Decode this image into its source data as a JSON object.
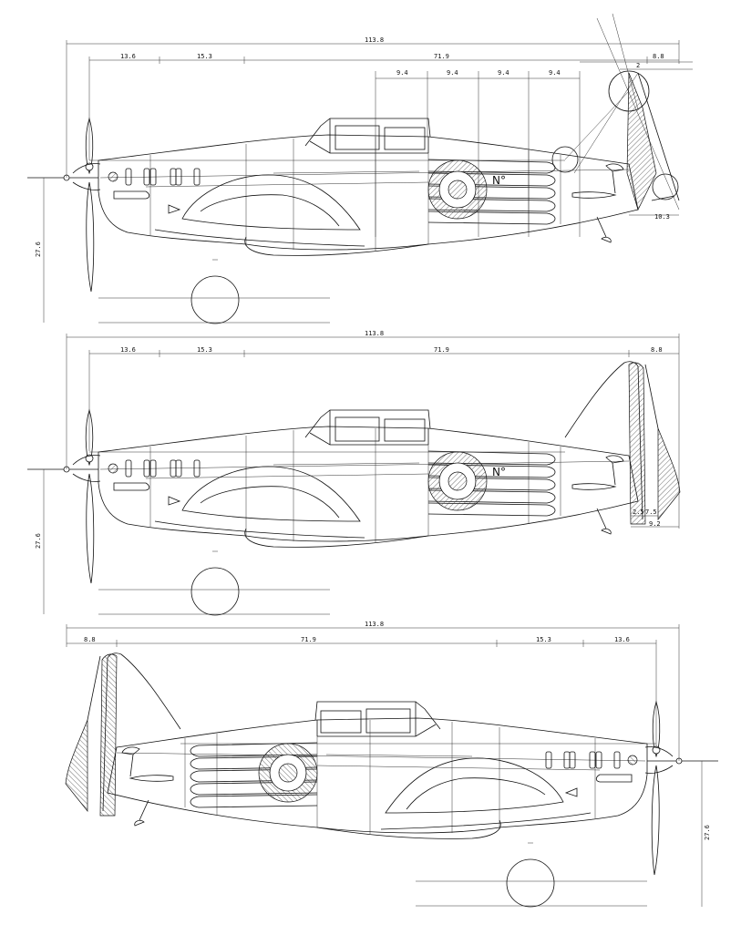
{
  "views": [
    {
      "id": "top-view",
      "dimensions": {
        "overall": "113.8",
        "nose": "13.6",
        "cowl": "15.3",
        "fuselage": "71.9",
        "tail": "8.8",
        "stations": [
          "9.4",
          "9.4",
          "9.4",
          "9.4"
        ],
        "height": "27.6",
        "tail_lower": "10.3",
        "rudder_top": "2"
      },
      "marking": "N°"
    },
    {
      "id": "middle-view",
      "dimensions": {
        "overall": "113.8",
        "nose": "13.6",
        "cowl": "15.3",
        "fuselage": "71.9",
        "tail": "8.8",
        "height": "27.6",
        "tail_a": "2.5",
        "tail_b": "7.5",
        "tail_c": "9.2"
      },
      "marking": "N°"
    },
    {
      "id": "bottom-view",
      "dimensions": {
        "overall": "113.8",
        "tail": "8.8",
        "fuselage": "71.9",
        "cowl": "15.3",
        "nose": "13.6",
        "height": "27.6"
      }
    }
  ]
}
